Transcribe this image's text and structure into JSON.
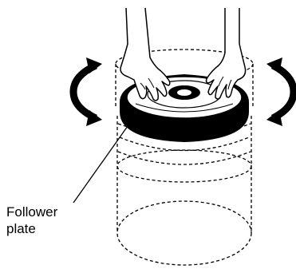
{
  "figure": {
    "callout": {
      "line1": "Follower",
      "line2": "plate"
    },
    "colors": {
      "ink": "#000000",
      "background": "#ffffff"
    },
    "icons": [
      "rotate-left-arrow",
      "rotate-right-arrow",
      "hand"
    ]
  }
}
